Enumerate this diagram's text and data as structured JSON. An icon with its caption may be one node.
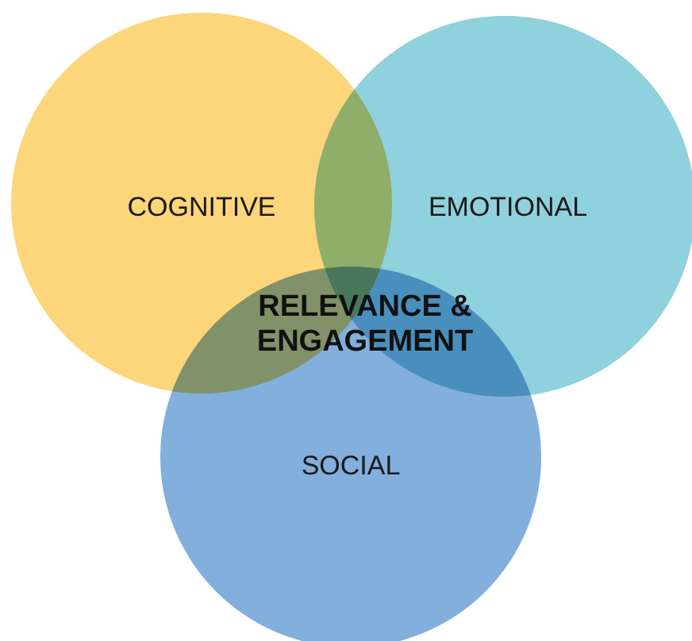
{
  "diagram": {
    "nodes": [
      {
        "text": [
          "COGNITIVE"
        ]
      },
      {
        "text": [
          "EMOTIONAL"
        ]
      },
      {
        "text": [
          "SOCIAL"
        ]
      }
    ],
    "labels": [
      "RELEVANCE & ENGAGEMENT"
    ]
  }
}
